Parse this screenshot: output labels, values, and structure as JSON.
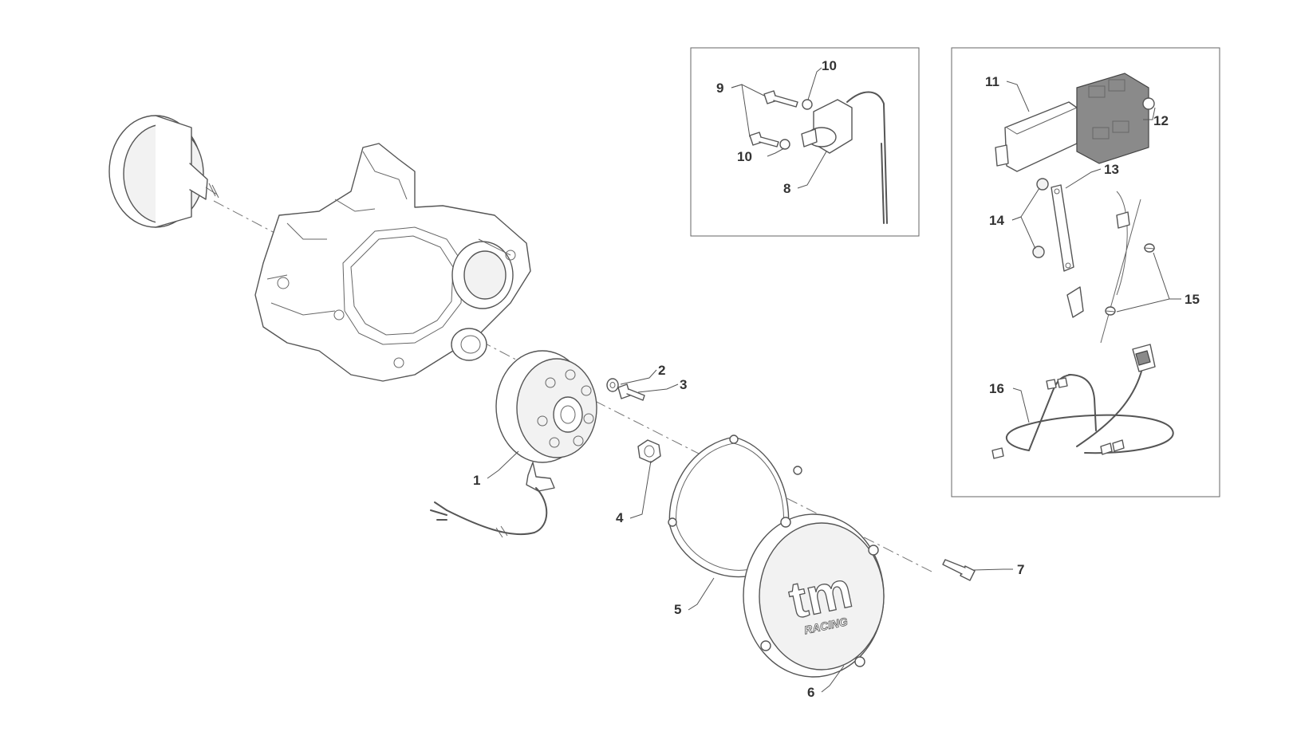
{
  "callouts": [
    {
      "id": "1",
      "label": "1"
    },
    {
      "id": "2",
      "label": "2"
    },
    {
      "id": "3",
      "label": "3"
    },
    {
      "id": "4",
      "label": "4"
    },
    {
      "id": "5",
      "label": "5"
    },
    {
      "id": "6",
      "label": "6"
    },
    {
      "id": "7",
      "label": "7"
    },
    {
      "id": "8",
      "label": "8"
    },
    {
      "id": "9",
      "label": "9"
    },
    {
      "id": "10a",
      "label": "10"
    },
    {
      "id": "10b",
      "label": "10"
    },
    {
      "id": "11",
      "label": "11"
    },
    {
      "id": "12",
      "label": "12"
    },
    {
      "id": "13",
      "label": "13"
    },
    {
      "id": "14",
      "label": "14"
    },
    {
      "id": "15",
      "label": "15"
    },
    {
      "id": "16",
      "label": "16"
    }
  ],
  "cover_logo": {
    "main": "tm",
    "sub": "RACING"
  },
  "colors": {
    "line": "#555555",
    "label": "#333333",
    "background": "#ffffff"
  }
}
